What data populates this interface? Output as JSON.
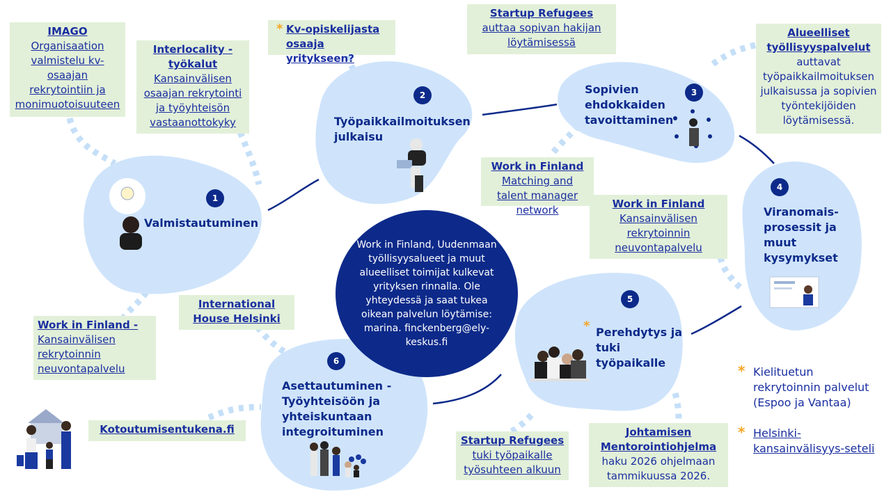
{
  "steps": [
    {
      "num": "1",
      "label": "Valmistautuminen"
    },
    {
      "num": "2",
      "label": "Työpaikkailmoituksen julkaisu"
    },
    {
      "num": "3",
      "label": "Sopivien ehdokkaiden tavoittaminen"
    },
    {
      "num": "4",
      "label": "Viranomais-prosessit ja muut kysymykset"
    },
    {
      "num": "5",
      "label": "Perehdytys ja tuki työpaikalle"
    },
    {
      "num": "6",
      "label": "Asettautuminen - Työyhteisöön ja yhteiskuntaan integroituminen"
    }
  ],
  "step2_l1": "Työpaikkailmoituksen",
  "step2_l2": "julkaisu",
  "step3_l1": "Sopivien",
  "step3_l2": "ehdokkaiden",
  "step3_l3": "tavoittaminen",
  "step4_l1": "Viranomais-",
  "step4_l2": "prosessit ja",
  "step4_l3": "muut",
  "step4_l4": "kysymykset",
  "step5_l1": "Perehdytys ja",
  "step5_l2": "tuki",
  "step5_l3": "työpaikalle",
  "step6_l1": "Asettautuminen -",
  "step6_l2": "Työyhteisöön ja",
  "step6_l3": "yhteiskuntaan",
  "step6_l4": "integroituminen",
  "center_text": "Work in Finland, Uudenmaan työllisyysalueet ja muut alueelliset toimijat kulkevat yrityksen rinnalla. Ole yhteydessä ja saat tukea oikean palvelun löytämise: marina. finckenberg@ely-keskus.fi",
  "services": {
    "imago": {
      "title": "IMAGO",
      "body": "Organisaation valmistelu kv-osaajan rekrytointiin ja monimuotoisuuteen"
    },
    "interlocality": {
      "title": "Interlocality - työkalut",
      "body": "Kansainvälisen osaajan rekrytointi ja työyhteisön vastaanottokyky"
    },
    "kv": {
      "star": "*",
      "title": "Kv-opiskelijasta osaaja yritykseen?"
    },
    "startup1": {
      "title": "Startup Refugees",
      "body": "auttaa sopivan hakijan löytämisessä"
    },
    "alueelliset": {
      "title": "Alueelliset työllisyyspalvelut",
      "body": "auttavat työpaikkailmoituksen julkaisussa ja sopivien työntekijöiden löytämisessä."
    },
    "wif_match": {
      "title": "Work in Finland",
      "body": "Matching and talent manager network"
    },
    "wif_neuv": {
      "title": "Work in Finland",
      "body": "Kansainvälisen rekrytoinnin neuvontapalvelu"
    },
    "wif_left": {
      "title": "Work in Finland -",
      "body": "Kansainvälisen rekrytoinnin neuvontapalvelu"
    },
    "ihh": {
      "title": "International House Helsinki"
    },
    "kotoutuminen": {
      "title": "Kotoutumisentukena.fi"
    },
    "startup2": {
      "title": "Startup Refugees",
      "body": "tuki työpaikalle työsuhteen alkuun"
    },
    "johtamisen": {
      "title": "Johtamisen Mentorointiohjelma",
      "body": "haku 2026 ohjelmaan tammikuussa 2026."
    }
  },
  "legend": [
    {
      "star": "*",
      "text": "Kielituetun rekrytoinnin palvelut (Espoo ja Vantaa)"
    },
    {
      "star": "*",
      "text": "Helsinki-kansainvälisyys-seteli"
    }
  ],
  "colors": {
    "blob": "#cfe4fb",
    "navy": "#0d2a8a",
    "box": "#e2f0d9",
    "star": "#f5a623",
    "dots": "#c5dff8"
  }
}
